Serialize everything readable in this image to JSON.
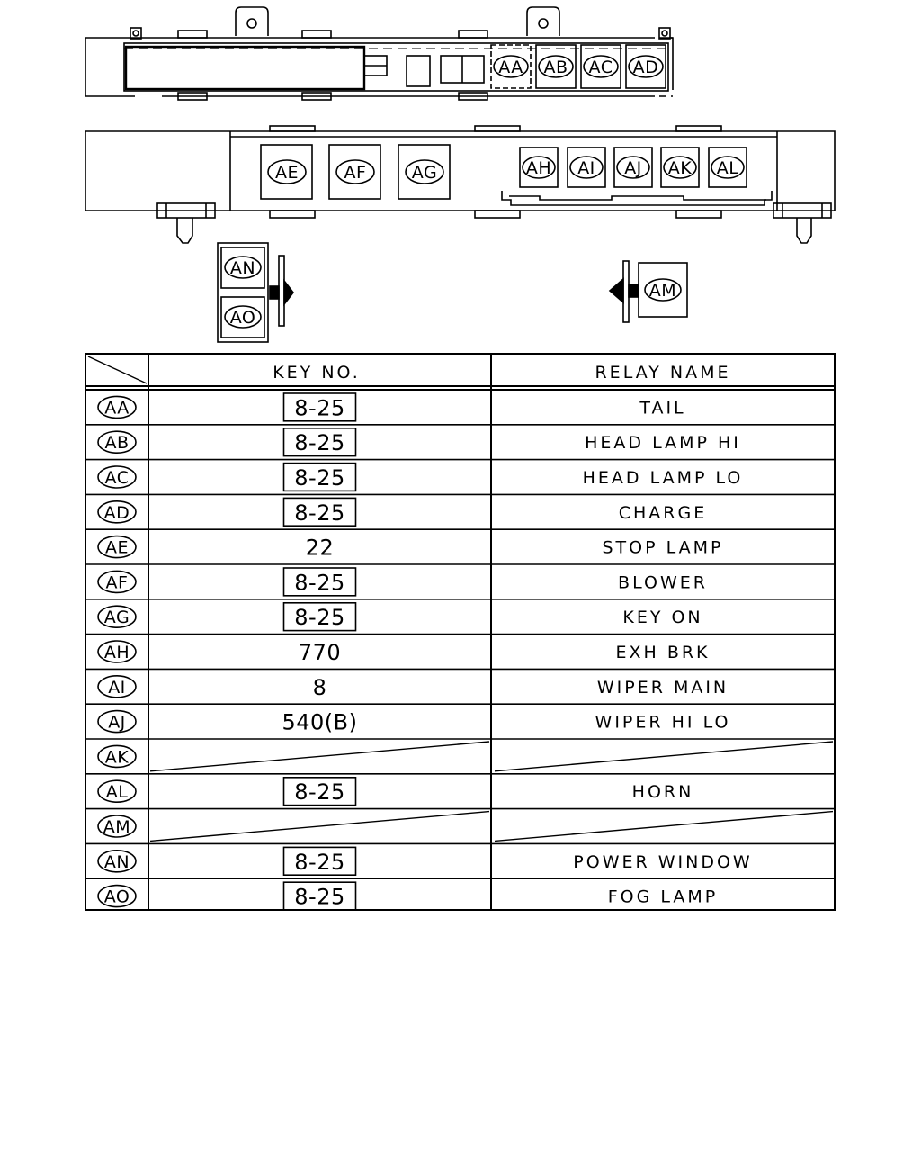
{
  "diagram": {
    "top_block_labels": [
      "AA",
      "AB",
      "AC",
      "AD"
    ],
    "middle_block_large_labels": [
      "AE",
      "AF",
      "AG"
    ],
    "middle_block_small_labels": [
      "AH",
      "AI",
      "AJ",
      "AK",
      "AL"
    ],
    "side_stack_labels": [
      "AN",
      "AO"
    ],
    "side_single_label": "AM"
  },
  "table": {
    "headers": {
      "key_no": "KEY NO.",
      "relay_name": "RELAY NAME"
    },
    "rows": [
      {
        "id": "AA",
        "key": "8-25",
        "key_boxed": true,
        "relay": "TAIL"
      },
      {
        "id": "AB",
        "key": "8-25",
        "key_boxed": true,
        "relay": "HEAD LAMP HI"
      },
      {
        "id": "AC",
        "key": "8-25",
        "key_boxed": true,
        "relay": "HEAD LAMP LO"
      },
      {
        "id": "AD",
        "key": "8-25",
        "key_boxed": true,
        "relay": "CHARGE"
      },
      {
        "id": "AE",
        "key": "22",
        "key_boxed": false,
        "relay": "STOP LAMP"
      },
      {
        "id": "AF",
        "key": "8-25",
        "key_boxed": true,
        "relay": "BLOWER"
      },
      {
        "id": "AG",
        "key": "8-25",
        "key_boxed": true,
        "relay": "KEY ON"
      },
      {
        "id": "AH",
        "key": "770",
        "key_boxed": false,
        "relay": "EXH BRK"
      },
      {
        "id": "AI",
        "key": "8",
        "key_boxed": false,
        "relay": "WIPER MAIN"
      },
      {
        "id": "AJ",
        "key": "540(B)",
        "key_boxed": false,
        "relay": "WIPER HI LO"
      },
      {
        "id": "AK",
        "key": "",
        "key_boxed": false,
        "relay": ""
      },
      {
        "id": "AL",
        "key": "8-25",
        "key_boxed": true,
        "relay": "HORN"
      },
      {
        "id": "AM",
        "key": "",
        "key_boxed": false,
        "relay": ""
      },
      {
        "id": "AN",
        "key": "8-25",
        "key_boxed": true,
        "relay": "POWER WINDOW"
      },
      {
        "id": "AO",
        "key": "8-25",
        "key_boxed": true,
        "relay": "FOG LAMP"
      }
    ]
  }
}
